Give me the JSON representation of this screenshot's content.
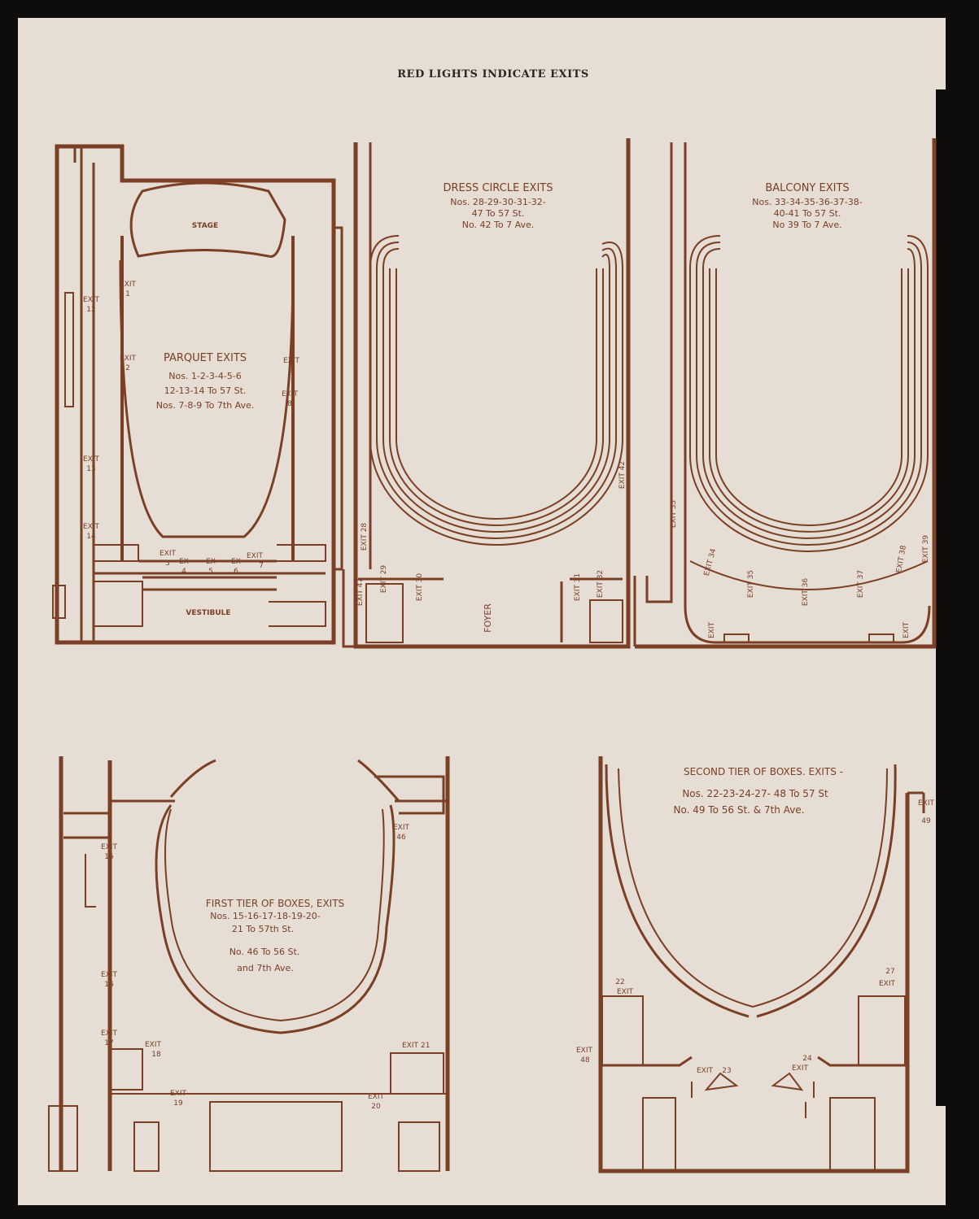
{
  "header": "RED LIGHTS INDICATE EXITS",
  "parquet": {
    "stage": "STAGE",
    "vestibule": "VESTIBULE",
    "title": "PARQUET EXITS",
    "lines": [
      "Nos. 1-2-3-4-5-6",
      "12-13-14 To 57 St.",
      "Nos. 7-8-9 To 7th Ave."
    ],
    "exit_word": "EXIT",
    "ex_word": "EX",
    "nums": {
      "e1": "1",
      "e2": "2",
      "e3": "3",
      "e4": "4",
      "e5": "5",
      "e6": "6",
      "e7": "7",
      "e8": "8",
      "e9": "9",
      "e12": "12",
      "e13": "13",
      "e14": "14"
    }
  },
  "dress_circle": {
    "title": "DRESS CIRCLE EXITS",
    "lines": [
      "Nos. 28-29-30-31-32-",
      "47 To 57 St.",
      "No. 42 To 7 Ave."
    ],
    "foyer": "FOYER",
    "exits": [
      "EXIT 28",
      "EXIT 47",
      "EXIT 29",
      "EXIT 30",
      "EXIT 31",
      "EXIT 32",
      "EXIT 42"
    ]
  },
  "balcony": {
    "title": "BALCONY EXITS",
    "lines": [
      "Nos. 33-34-35-36-37-38-",
      "40-41 To 57 St.",
      "No 39 To 7 Ave."
    ],
    "exits": [
      "EXIT 33",
      "EXIT 34",
      "EXIT 35",
      "EXIT 36",
      "EXIT 37",
      "EXIT 38",
      "EXIT 39",
      "EXIT",
      "EXIT"
    ]
  },
  "first_tier": {
    "title": "FIRST TIER OF BOXES, EXITS",
    "lines": [
      "Nos. 15-16-17-18-19-20-",
      "21 To 57th St.",
      "No. 46 To 56 St.",
      "and 7th Ave."
    ],
    "exit_word": "EXIT",
    "nums": {
      "e15": "15",
      "e16": "16",
      "e17": "17",
      "e18": "18",
      "e19": "19",
      "e20": "20",
      "e21": "21",
      "e46": "46"
    }
  },
  "second_tier": {
    "title": "SECOND TIER OF BOXES. EXITS -",
    "lines": [
      "Nos. 22-23-24-27- 48 To 57 St",
      "No. 49 To 56 St. & 7th Ave."
    ],
    "exit_word": "EXIT",
    "nums": {
      "e22": "22",
      "e23": "23",
      "e24": "24",
      "e27": "27",
      "e48": "48",
      "e49": "49"
    }
  },
  "colors": {
    "ink": "#7a3f24",
    "paper": "#e6ddd4",
    "background": "#0f0d0c"
  }
}
